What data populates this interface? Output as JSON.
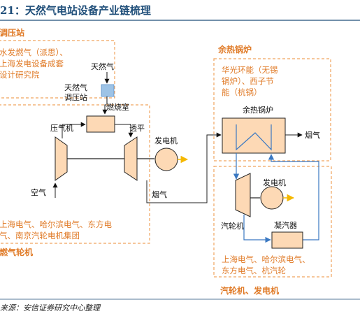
{
  "title": "21：天然气电站设备产业链梳理",
  "source": "来源：安信证券研究中心整理",
  "colors": {
    "title": "#1f4e79",
    "orange": "#e07b28",
    "dash": "#f0a35e",
    "blue": "#3a78c2",
    "yellow": "#f5b800",
    "fill": "#fdd9b5"
  },
  "regulator_box": {
    "title": "调压站",
    "suppliers": [
      "水发燃气（派思）、",
      "上海发电设备成套",
      "设计研究院"
    ],
    "natural_gas": "天然气",
    "station_label": [
      "天然气",
      "调压站"
    ]
  },
  "gas_turbine_box": {
    "combustor": "燃烧室",
    "compressor": "压气机",
    "turbine": "透平",
    "air": "空气",
    "generator": "发电机",
    "flue_gas": "烟气",
    "suppliers": [
      "上海电气、哈尔滨电气、东方电",
      "气、南京汽轮电机集团"
    ],
    "caption": "燃气轮机"
  },
  "boiler_box": {
    "title": "余热锅炉",
    "suppliers": [
      "华光环能（无锡",
      "锅炉）、西子节",
      "能（杭锅）"
    ],
    "boiler": "余热锅炉",
    "flue_gas": "烟气"
  },
  "steam_box": {
    "generator": "发电机",
    "steam_turbine": "汽轮机",
    "condenser": "凝汽器",
    "suppliers": [
      "上海电气、哈尔滨电气、",
      "东方电气、杭汽轮"
    ],
    "caption": "汽轮机、发电机"
  }
}
